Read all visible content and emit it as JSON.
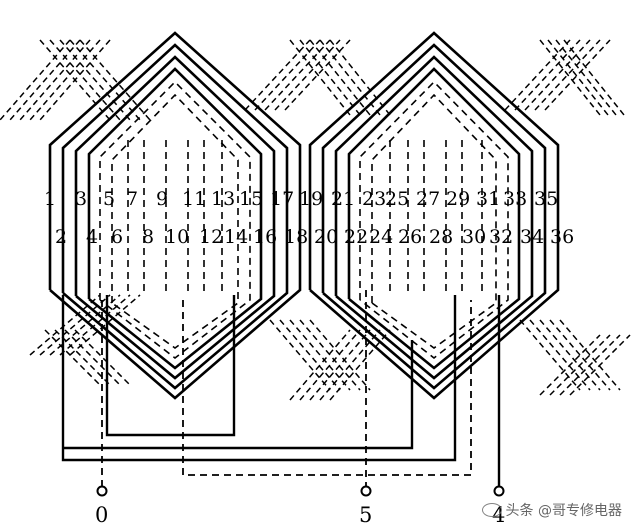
{
  "slots_top": [
    "1",
    "3",
    "5",
    "7",
    "9",
    "11",
    "13",
    "15",
    "17",
    "19",
    "21",
    "23",
    "25",
    "27",
    "29",
    "31",
    "33",
    "35"
  ],
  "slots_bottom": [
    "2",
    "4",
    "6",
    "8",
    "10",
    "12",
    "14",
    "16",
    "18",
    "20",
    "22",
    "24",
    "26",
    "28",
    "30",
    "32",
    "34",
    "36"
  ],
  "terminals": [
    "0",
    "5",
    "4"
  ],
  "watermark": "头条 @哥专修电器",
  "colors": {
    "line": "#000000",
    "background": "#ffffff",
    "watermark": "#555555"
  }
}
